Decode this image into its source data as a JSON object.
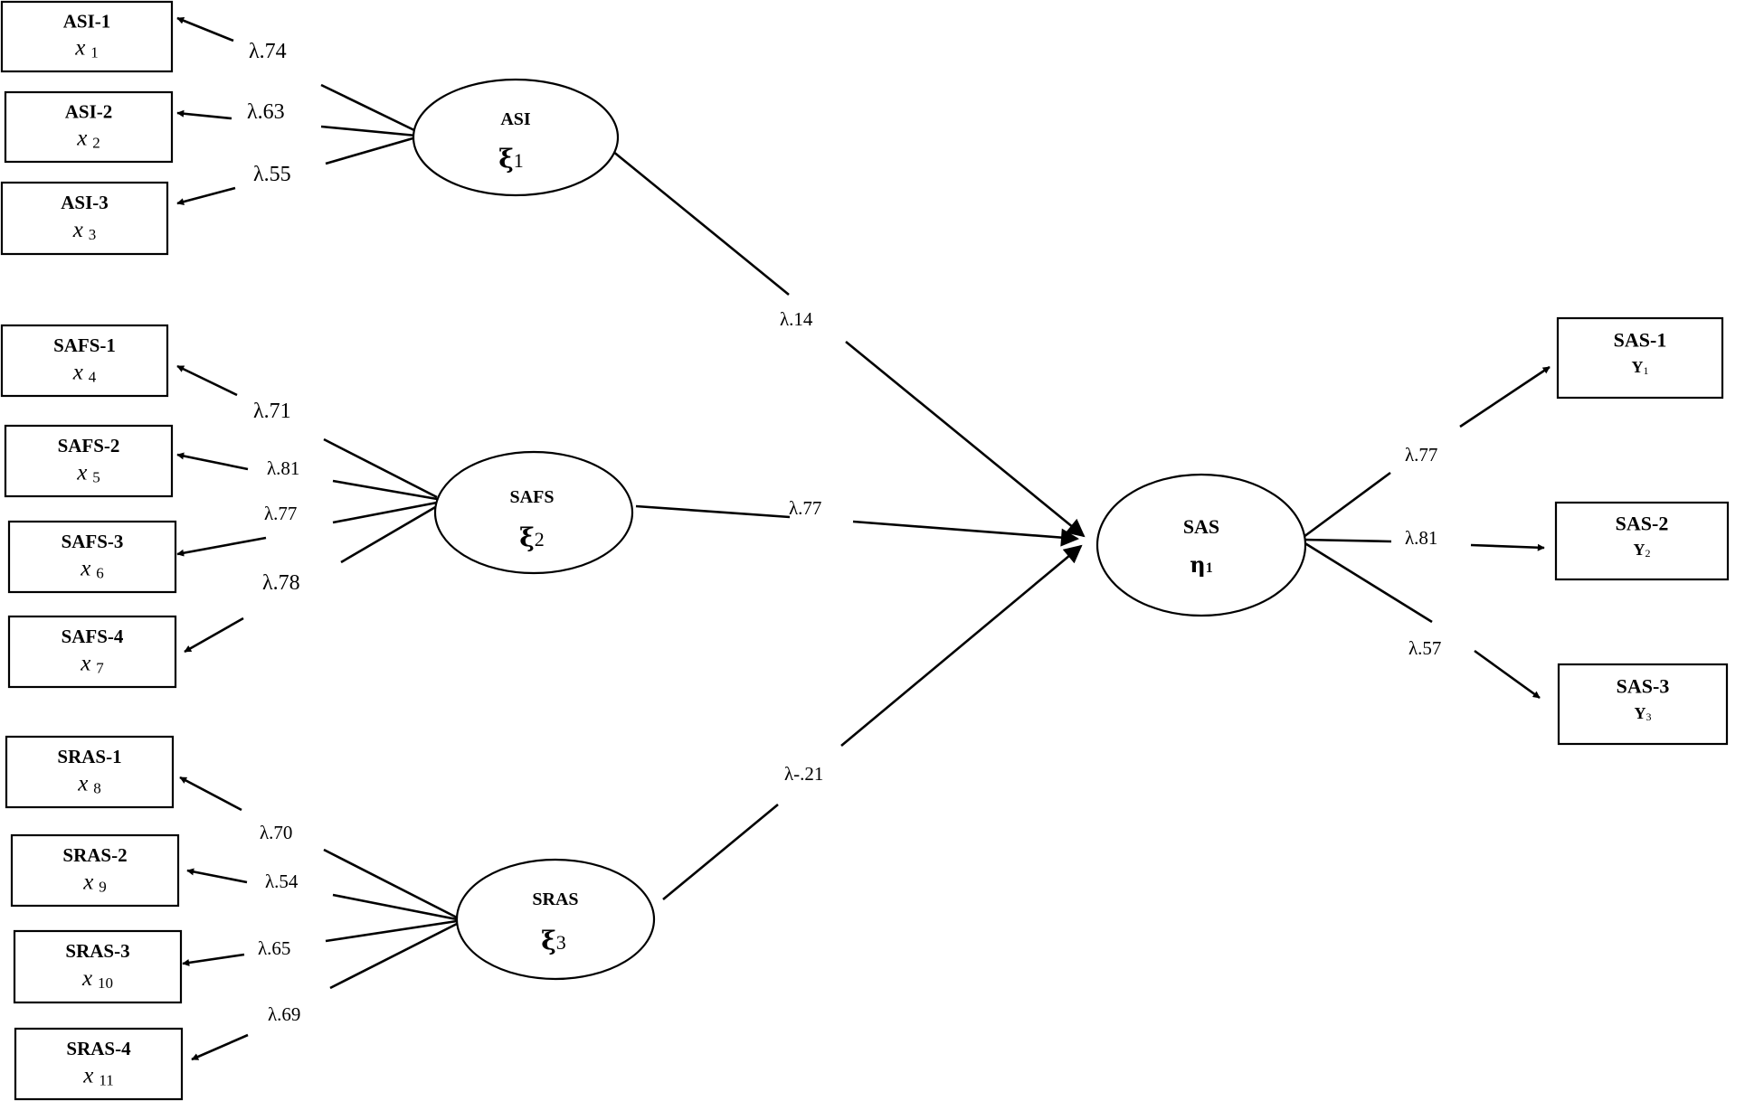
{
  "indicators_x": [
    {
      "name": "ASI-1",
      "sym": "x",
      "sub": "1"
    },
    {
      "name": "ASI-2",
      "sym": "x",
      "sub": "2"
    },
    {
      "name": "ASI-3",
      "sym": "x",
      "sub": "3"
    },
    {
      "name": "SAFS-1",
      "sym": "x",
      "sub": "4"
    },
    {
      "name": "SAFS-2",
      "sym": "x",
      "sub": "5"
    },
    {
      "name": "SAFS-3",
      "sym": "x",
      "sub": "6"
    },
    {
      "name": "SAFS-4",
      "sym": "x",
      "sub": "7"
    },
    {
      "name": "SRAS-1",
      "sym": "x",
      "sub": "8"
    },
    {
      "name": "SRAS-2",
      "sym": "x",
      "sub": "9"
    },
    {
      "name": "SRAS-3",
      "sym": "x",
      "sub": "10"
    },
    {
      "name": "SRAS-4",
      "sym": "x",
      "sub": "11"
    }
  ],
  "indicators_y": [
    {
      "name": "SAS-1",
      "sym": "Y",
      "sub": "1"
    },
    {
      "name": "SAS-2",
      "sym": "Y",
      "sub": "2"
    },
    {
      "name": "SAS-3",
      "sym": "Y",
      "sub": "3"
    }
  ],
  "latents": [
    {
      "name": "ASI",
      "sym": "ξ",
      "sub": "1"
    },
    {
      "name": "SAFS",
      "sym": "ξ",
      "sub": "2"
    },
    {
      "name": "SRAS",
      "sym": "ξ",
      "sub": "3"
    },
    {
      "name": "SAS",
      "sym": "η",
      "sub": "1"
    }
  ],
  "loadings_x": [
    "λ.74",
    "λ.63",
    "λ.55",
    "λ.71",
    "λ.81",
    "λ.77",
    "λ.78",
    "λ.70",
    "λ.54",
    "λ.65",
    "λ.69"
  ],
  "paths": [
    "λ.14",
    "λ.77",
    "λ-.21"
  ],
  "loadings_y": [
    "λ.77",
    "λ.81",
    "λ.57"
  ]
}
